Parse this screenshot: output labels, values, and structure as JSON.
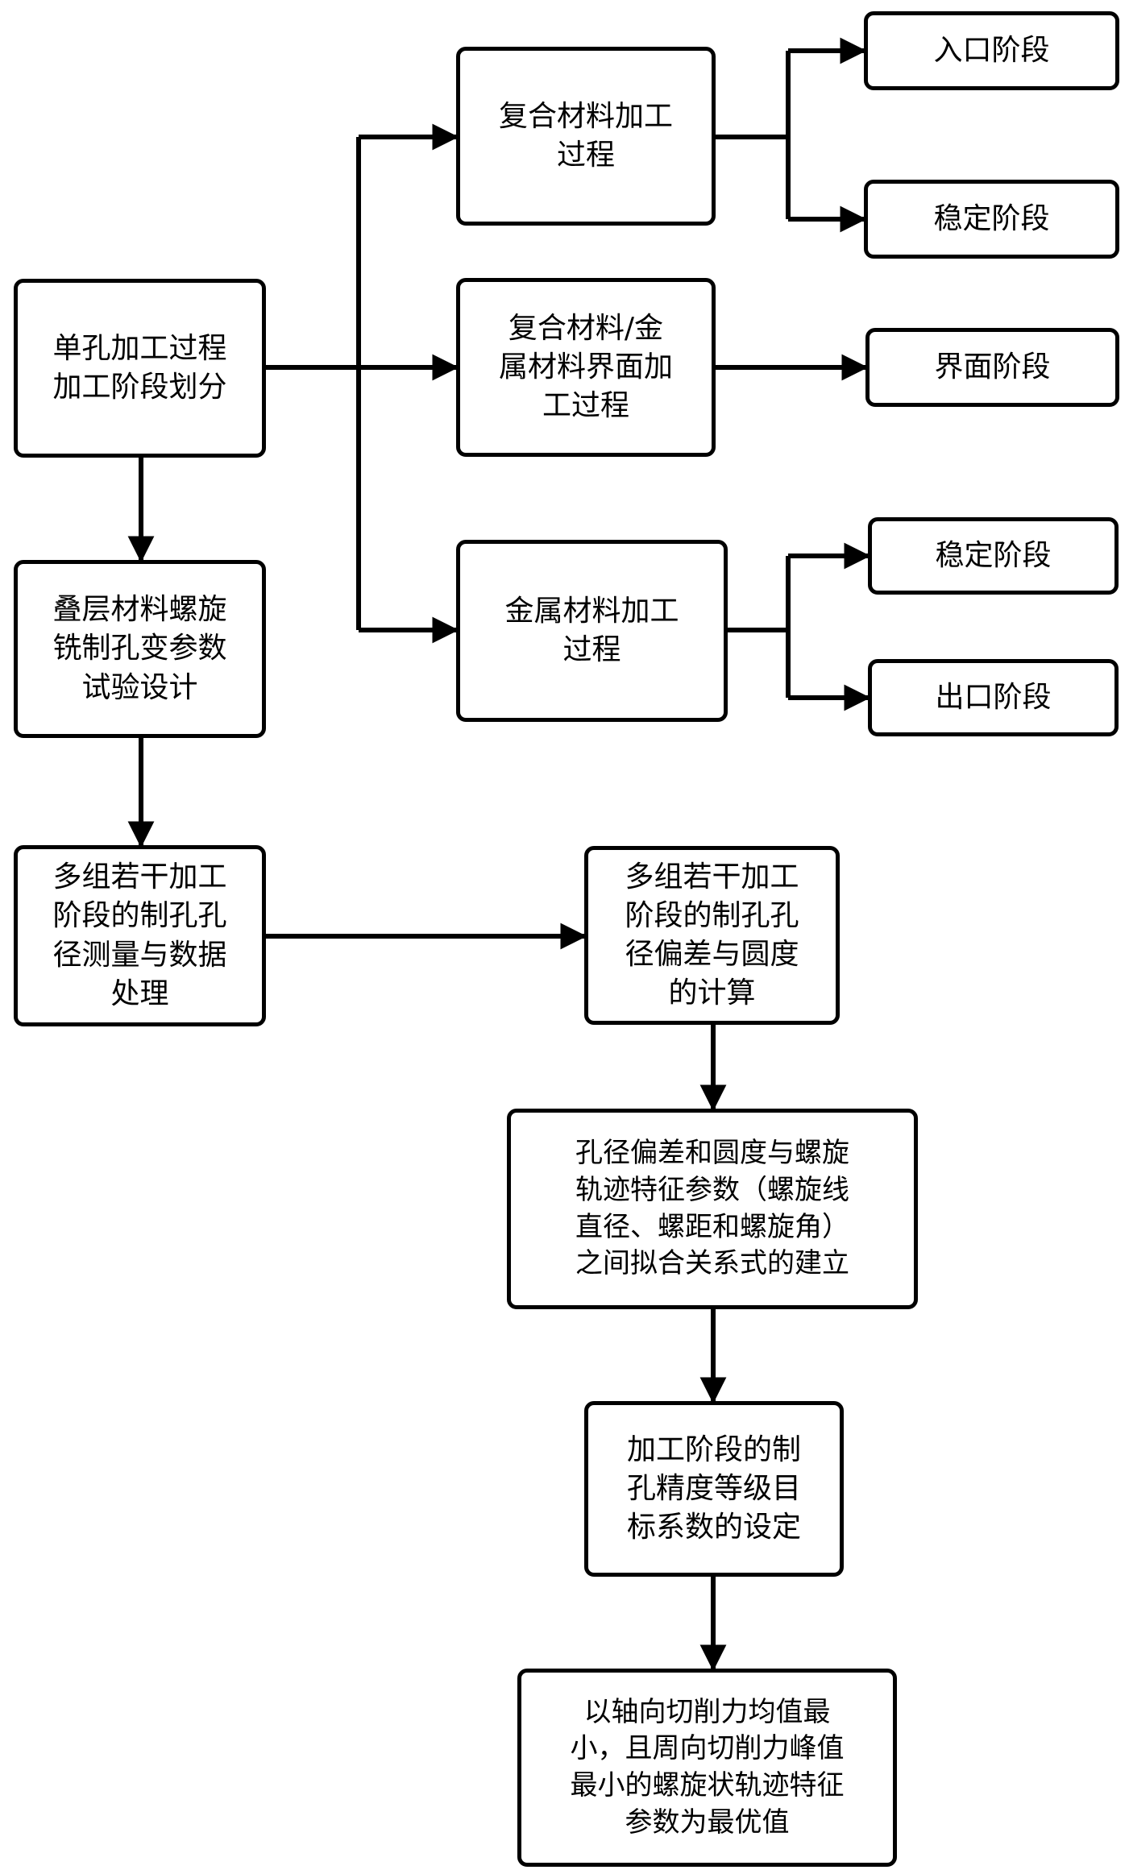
{
  "flowchart": {
    "nodes": {
      "single_hole_stage_division": "单孔加工过程\n加工阶段划分",
      "composite_process": "复合材料加工\n过程",
      "interface_process": "复合材料/金\n属材料界面加\n工过程",
      "metal_process": "金属材料加工\n过程",
      "entry_stage": "入口阶段",
      "stable_stage_1": "稳定阶段",
      "interface_stage": "界面阶段",
      "stable_stage_2": "稳定阶段",
      "exit_stage": "出口阶段",
      "experiment_design": "叠层材料螺旋\n铣制孔变参数\n试验设计",
      "measurement_processing": "多组若干加工\n阶段的制孔孔\n径测量与数据\n处理",
      "deviation_roundness_calc": "多组若干加工\n阶段的制孔孔\n径偏差与圆度\n的计算",
      "fitting_relation": "孔径偏差和圆度与螺旋\n轨迹特征参数（螺旋线\n直径、螺距和螺旋角）\n之间拟合关系式的建立",
      "target_coefficient": "加工阶段的制\n孔精度等级目\n标系数的设定",
      "optimal_params": "以轴向切削力均值最\n小，且周向切削力峰值\n最小的螺旋状轨迹特征\n参数为最优值"
    }
  }
}
